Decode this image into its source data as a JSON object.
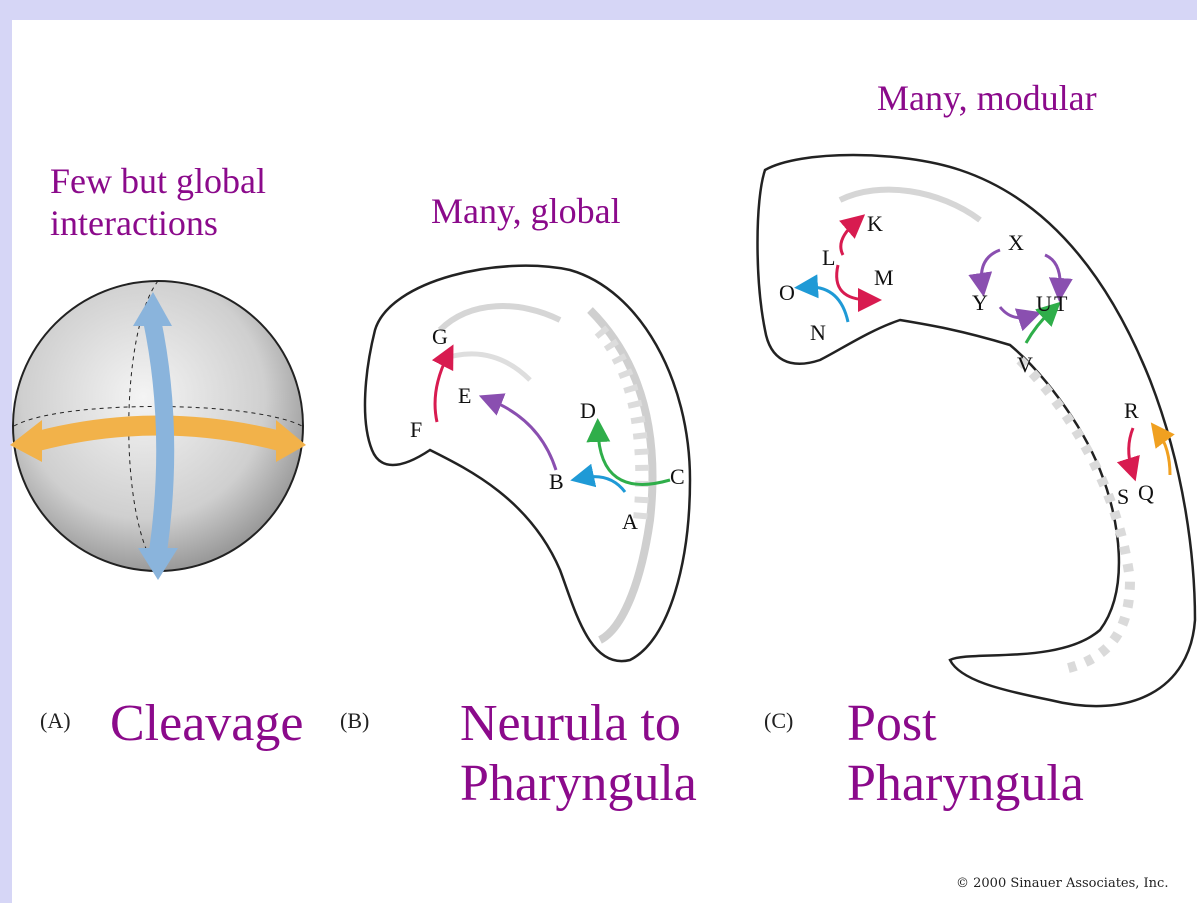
{
  "captions": {
    "cleavage_interactions": [
      "Few but global",
      "interactions"
    ],
    "neurula_interactions": "Many, global",
    "post_interactions": "Many, modular"
  },
  "panels": {
    "a_letter": "(A)",
    "b_letter": "(B)",
    "c_letter": "(C)"
  },
  "stages": {
    "a_title": "Cleavage",
    "b_title_line1": "Neurula to",
    "b_title_line2": "Pharyngula",
    "c_title_line1": "Post",
    "c_title_line2": "Pharyngula"
  },
  "labels_b": [
    "G",
    "E",
    "F",
    "D",
    "B",
    "C",
    "A"
  ],
  "labels_c": [
    "K",
    "L",
    "M",
    "O",
    "N",
    "X",
    "Y",
    "U",
    "T",
    "V",
    "R",
    "S",
    "Q"
  ],
  "copyright": "© 2000 Sinauer Associates, Inc.",
  "colors": {
    "caption": "#8b0a8b",
    "frame": "#d6d6f6",
    "arrow_red": "#d81b50",
    "arrow_purple": "#8a4fb0",
    "arrow_green": "#2fae4a",
    "arrow_blue": "#1f9ad6",
    "arrow_orange": "#f0a020",
    "arrow_lightblue": "#8ab4dc",
    "arrow_tan": "#f2b24a"
  }
}
